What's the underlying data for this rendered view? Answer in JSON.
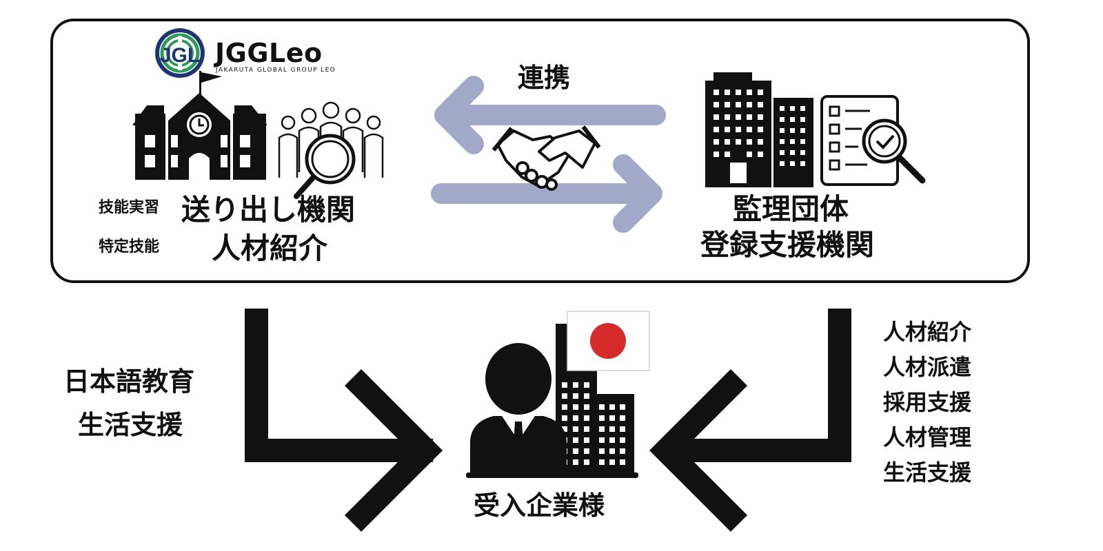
{
  "logo": {
    "name": "JGGLeo",
    "tagline": "JAKARUTA GLOBAL GROUP LEO",
    "mark": "JGL"
  },
  "top": {
    "relation_label": "連携"
  },
  "left_org": {
    "tag_1": "技能実習",
    "title_1": "送り出し機関",
    "tag_2": "特定技能",
    "title_2": "人材紹介"
  },
  "right_org": {
    "title_1": "監理団体",
    "title_2": "登録支援機関"
  },
  "bottom_left": {
    "line_1": "日本語教育",
    "line_2": "生活支援"
  },
  "bottom_right": {
    "items": [
      "人材紹介",
      "人材派遣",
      "採用支援",
      "人材管理",
      "生活支援"
    ]
  },
  "bottom_center": {
    "label": "受入企業様"
  },
  "colors": {
    "arrow_top": "#a2a8c8",
    "flag_disc": "#d52b2b",
    "ink": "#111111",
    "logo_green": "#2e9a58",
    "logo_navy": "#1d3570"
  }
}
